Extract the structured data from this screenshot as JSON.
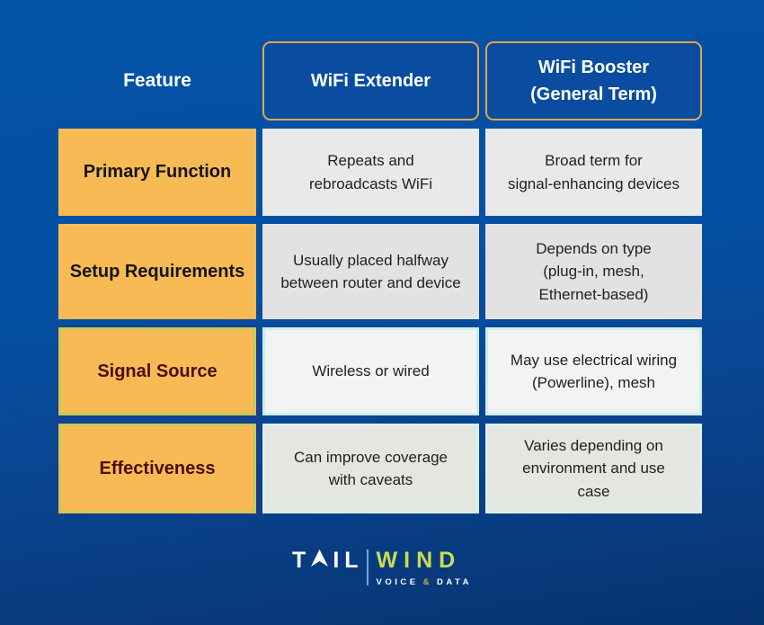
{
  "chart_data": {
    "type": "table",
    "title": "WiFi Extender vs WiFi Booster comparison",
    "columns": [
      "Feature",
      "WiFi Extender",
      "WiFi Booster (General Term)"
    ],
    "rows": [
      [
        "Primary Function",
        "Repeats and rebroadcasts WiFi",
        "Broad term for signal-enhancing devices"
      ],
      [
        "Setup Requirements",
        "Usually placed halfway between router and device",
        "Depends on type (plug-in, mesh, Ethernet-based)"
      ],
      [
        "Signal Source",
        "Wireless or wired",
        "May use electrical wiring (Powerline), mesh"
      ],
      [
        "Effectiveness",
        "Can improve coverage with caveats",
        "Varies depending on environment and use case"
      ]
    ]
  },
  "table": {
    "feature_header": "Feature",
    "col_extender": "WiFi Extender",
    "col_booster": "WiFi Booster\n(General Term)",
    "rows": [
      {
        "feature": "Primary Function",
        "extender": "Repeats and\nrebroadcasts WiFi",
        "booster": "Broad term for\nsignal-enhancing devices"
      },
      {
        "feature": "Setup Requirements",
        "extender": "Usually placed halfway\nbetween router and device",
        "booster": "Depends on type\n(plug-in, mesh,\nEthernet-based)"
      },
      {
        "feature": "Signal Source",
        "extender": "Wireless or wired",
        "booster": "May use electrical wiring\n(Powerline), mesh"
      },
      {
        "feature": "Effectiveness",
        "extender": "Can improve coverage\nwith caveats",
        "booster": "Varies depending on\nenvironment and use\ncase"
      }
    ]
  },
  "footer": {
    "logo_t": "T",
    "logo_il": "IL",
    "logo_wind": "WIND",
    "tagline_voice": "VOICE",
    "tagline_amp": "&",
    "tagline_data": "DATA"
  },
  "colors": {
    "background_top": "#0452A6",
    "background_bottom": "#06336F",
    "accent_orange": "#F7BA55",
    "header_border": "#E2A64F",
    "cell_gray": "#E9E9E9",
    "maroon_text": "#4A0E0E",
    "logo_green": "#CDDB4F"
  }
}
